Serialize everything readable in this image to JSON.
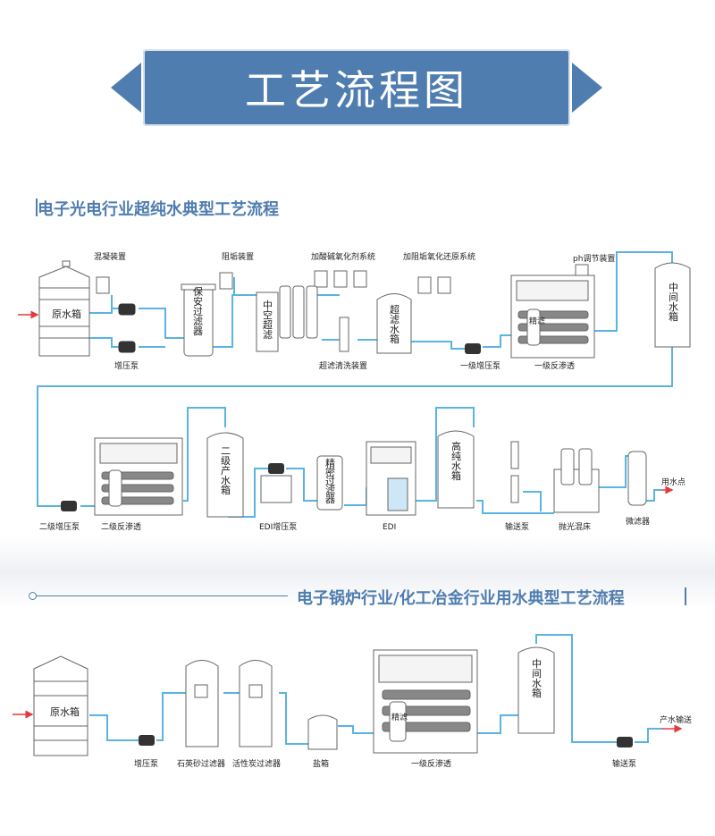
{
  "title": "工艺流程图",
  "section1": {
    "title": "电子光电行业超纯水典型工艺流程",
    "labels": {
      "mixer": "混凝装置",
      "scale": "阻垢装置",
      "dosing": "加酸碱氧化剂系统",
      "antiscale_reduce": "加阻垢氧化还原系统",
      "ph": "ph调节装置",
      "raw_tank": "原水箱",
      "boost_pump": "增压泵",
      "security_filter": "保安过滤器",
      "hollow_uf": "中空超滤",
      "uf_tank": "超滤水箱",
      "uf_clean": "超滤清洗装置",
      "stage1_pump": "一级增压泵",
      "stage1_ro": "一级反渗透",
      "mid_tank": "中间水箱",
      "stage2_pump": "二级增压泵",
      "stage2_ro": "二级反渗透",
      "stage2_tank": "二级产水箱",
      "edi_pump": "EDI增压泵",
      "precise_filter": "精密过滤器",
      "edi": "EDI",
      "pure_tank": "高纯水箱",
      "transfer_pump": "输送泵",
      "polish_bed": "抛光混床",
      "micro_filter": "微滤器",
      "use_point": "用水点",
      "precise_short": "精滤"
    }
  },
  "section2": {
    "title": "电子锅炉行业/化工冶金行业用水典型工艺流程",
    "labels": {
      "raw_tank": "原水箱",
      "boost_pump": "增压泵",
      "quartz_filter": "石英砂过滤器",
      "carbon_filter": "活性炭过滤器",
      "salt_tank": "盐箱",
      "stage1_ro": "一级反渗透",
      "mid_tank": "中间水箱",
      "transfer_pump": "输送泵",
      "output": "产水输送",
      "precise_short": "精滤"
    }
  },
  "colors": {
    "accent": "#4f7daf",
    "pipe": "#5ab4e0",
    "inflow": "#e23b3b"
  }
}
